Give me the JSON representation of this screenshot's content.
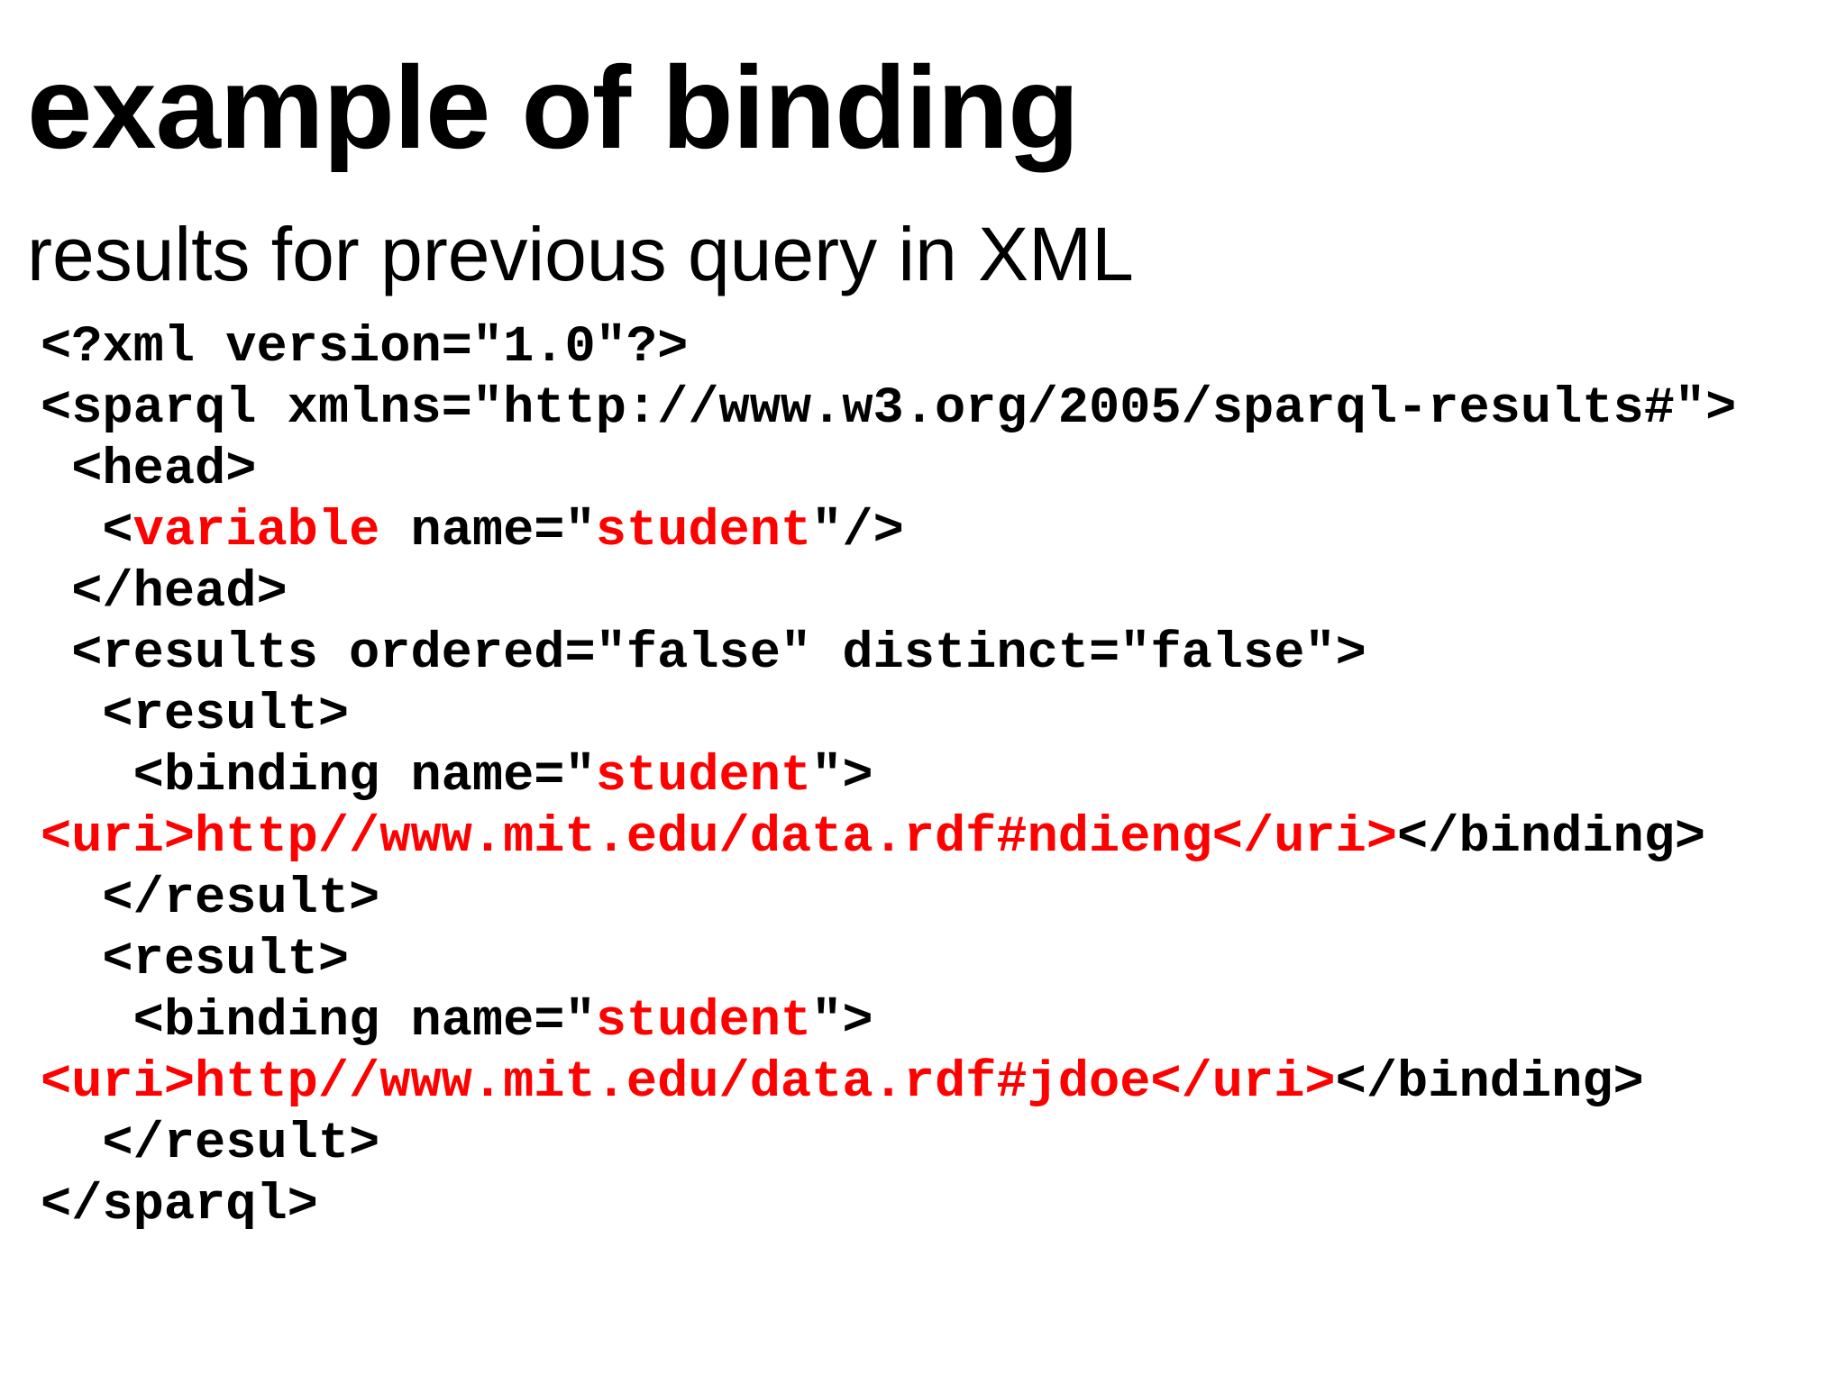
{
  "slide": {
    "title": "example of binding",
    "subtitle": "results for previous query in XML"
  },
  "colors": {
    "background": "#ffffff",
    "text": "#000000",
    "code_default": "#000000",
    "code_highlight": "#ff0000"
  },
  "code": {
    "language": "xml",
    "lines": [
      {
        "segments": [
          {
            "text": "<?xml version=\"1.0\"?>",
            "color": "black"
          }
        ]
      },
      {
        "segments": [
          {
            "text": "<sparql xmlns=\"http://www.w3.org/2005/sparql-results#\">",
            "color": "black"
          }
        ]
      },
      {
        "segments": [
          {
            "text": " <head>",
            "color": "black"
          }
        ]
      },
      {
        "segments": [
          {
            "text": "  <",
            "color": "black"
          },
          {
            "text": "variable",
            "color": "red"
          },
          {
            "text": " name=\"",
            "color": "black"
          },
          {
            "text": "student",
            "color": "red"
          },
          {
            "text": "\"/>",
            "color": "black"
          }
        ]
      },
      {
        "segments": [
          {
            "text": " </head>",
            "color": "black"
          }
        ]
      },
      {
        "segments": [
          {
            "text": " <results ordered=\"false\" distinct=\"false\">",
            "color": "black"
          }
        ]
      },
      {
        "segments": [
          {
            "text": "  <result>",
            "color": "black"
          }
        ]
      },
      {
        "segments": [
          {
            "text": "   <binding name=\"",
            "color": "black"
          },
          {
            "text": "student",
            "color": "red"
          },
          {
            "text": "\">",
            "color": "black"
          }
        ]
      },
      {
        "segments": [
          {
            "text": "<uri>http//www.mit.edu/data.rdf#ndieng</uri>",
            "color": "red"
          },
          {
            "text": "</binding>",
            "color": "black"
          }
        ]
      },
      {
        "segments": [
          {
            "text": "  </result>",
            "color": "black"
          }
        ]
      },
      {
        "segments": [
          {
            "text": "  <result>",
            "color": "black"
          }
        ]
      },
      {
        "segments": [
          {
            "text": "   <binding name=\"",
            "color": "black"
          },
          {
            "text": "student",
            "color": "red"
          },
          {
            "text": "\">",
            "color": "black"
          }
        ]
      },
      {
        "segments": [
          {
            "text": "<uri>http//www.mit.edu/data.rdf#jdoe</uri>",
            "color": "red"
          },
          {
            "text": "</binding>",
            "color": "black"
          }
        ]
      },
      {
        "segments": [
          {
            "text": "  </result>",
            "color": "black"
          }
        ]
      },
      {
        "segments": [
          {
            "text": "</sparql>",
            "color": "black"
          }
        ]
      }
    ]
  }
}
